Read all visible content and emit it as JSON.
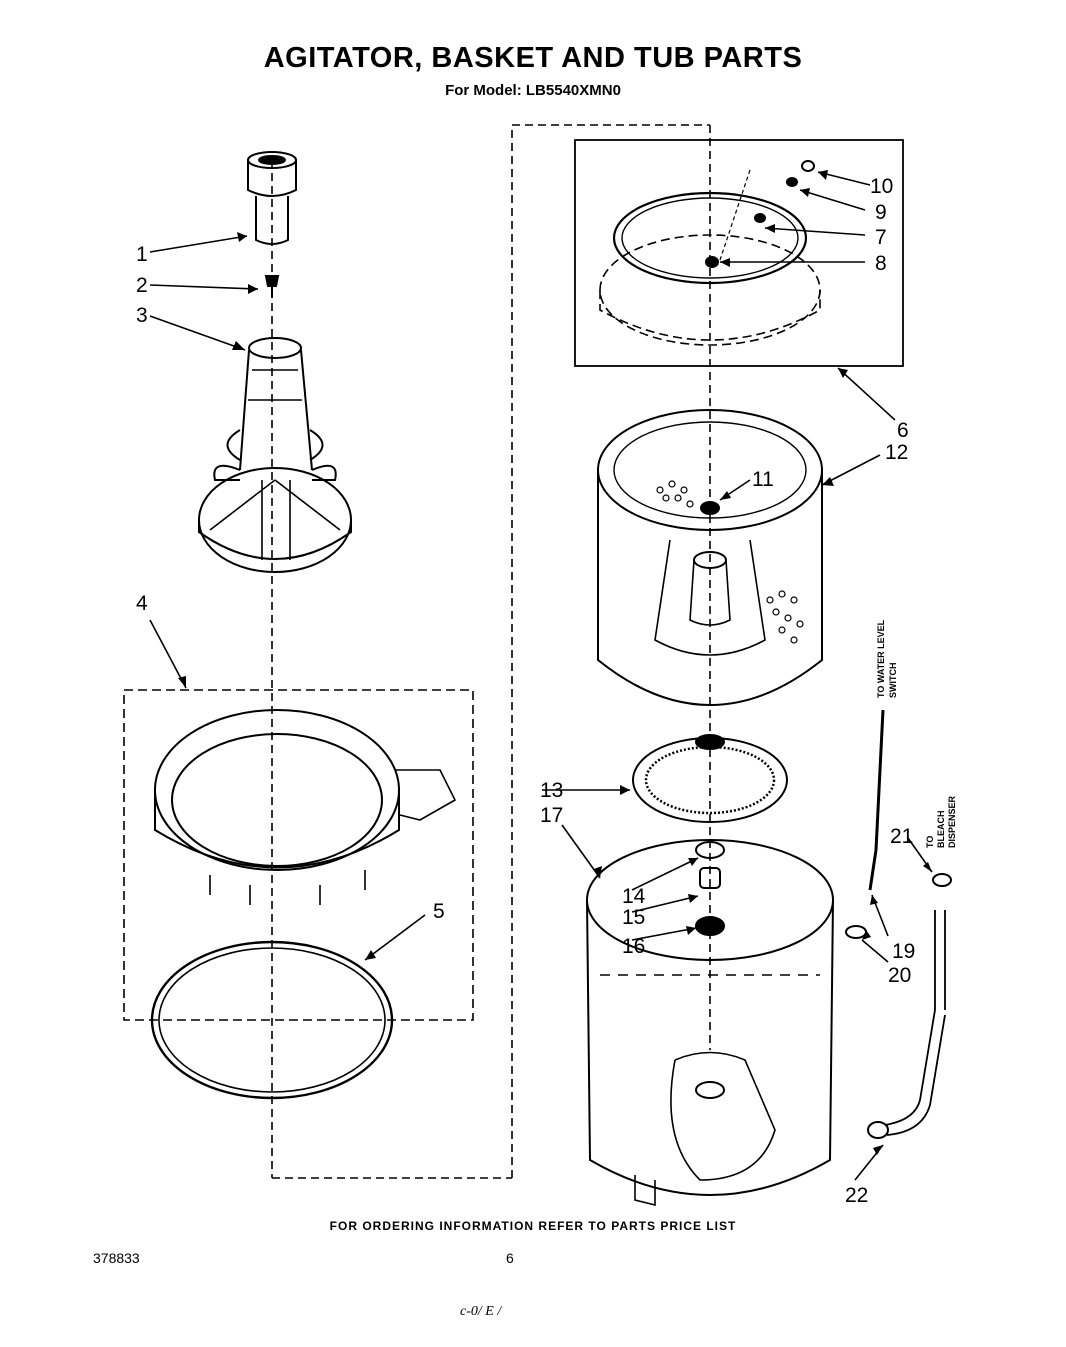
{
  "title": "AGITATOR, BASKET AND TUB PARTS",
  "subtitle": "For Model: LB5540XMN0",
  "footer": "FOR ORDERING INFORMATION REFER TO PARTS PRICE LIST",
  "document_number": "378833",
  "page_number": "6",
  "handwriting": "c-0/ E /",
  "part_callouts": [
    "1",
    "2",
    "3",
    "4",
    "5",
    "6",
    "7",
    "8",
    "9",
    "10",
    "11",
    "12",
    "13",
    "14",
    "15",
    "16",
    "17",
    "19",
    "20",
    "21",
    "22"
  ],
  "hose_labels": {
    "water_level_line1": "TO WATER LEVEL",
    "water_level_line2": "SWITCH",
    "bleach_line1": "TO",
    "bleach_line2": "BLEACH",
    "bleach_line3": "DISPENSER"
  }
}
